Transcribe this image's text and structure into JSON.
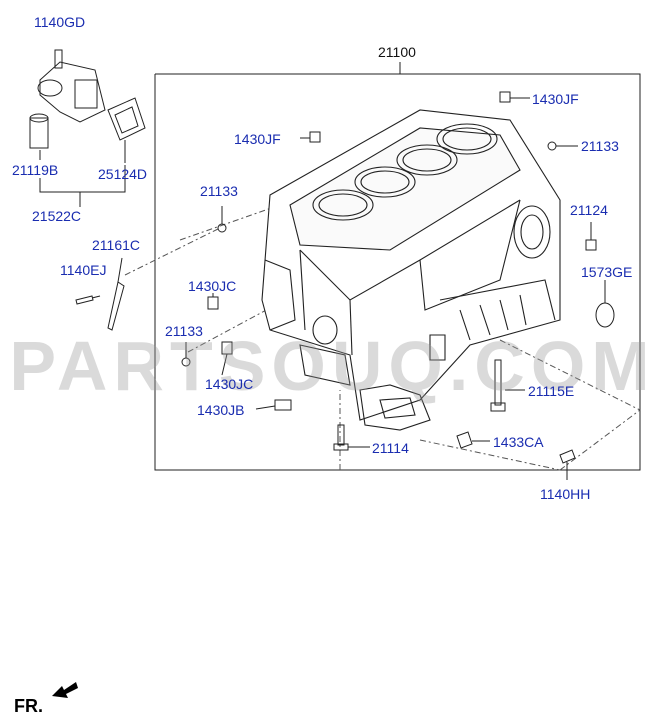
{
  "watermark": "PARTSOUQ.COM",
  "direction_label": "FR.",
  "labels": {
    "l1140GD": "1140GD",
    "l21100": "21100",
    "l1430JF_a": "1430JF",
    "l1430JF_b": "1430JF",
    "l21133_a": "21133",
    "l21133_b": "21133",
    "l21133_c": "21133",
    "l21119B": "21119B",
    "l25124D": "25124D",
    "l21522C": "21522C",
    "l21124": "21124",
    "l21161C": "21161C",
    "l1140EJ": "1140EJ",
    "l1573GE": "1573GE",
    "l1430JC_a": "1430JC",
    "l1430JC_b": "1430JC",
    "l1430JB": "1430JB",
    "l21115E": "21115E",
    "l21114": "21114",
    "l1433CA": "1433CA",
    "l1140HH": "1140HH"
  },
  "colors": {
    "label": "#1a2db0",
    "line": "#222222",
    "watermark": "#969696"
  },
  "icons": {
    "direction": "arrow-icon"
  }
}
